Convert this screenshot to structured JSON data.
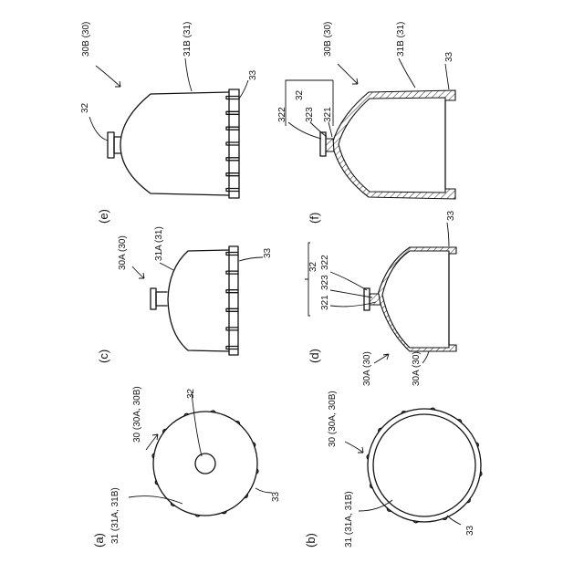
{
  "figure": {
    "captions": {
      "a": "(a)",
      "b": "(b)",
      "c": "(c)",
      "d": "(d)",
      "e": "(e)",
      "f": "(f)"
    },
    "labels": {
      "a_title": "30 (30A, 30B)",
      "a_32": "32",
      "a_31": "31 (31A, 31B)",
      "a_33": "33",
      "b_title": "30 (30A, 30B)",
      "b_31": "31 (31A, 31B)",
      "b_33": "33",
      "c_30": "30A (30)",
      "c_31": "31A (31)",
      "c_33": "33",
      "d_32": "32",
      "d_322": "322",
      "d_323": "323",
      "d_321": "321",
      "d_33": "33",
      "d_30a": "30A (30)",
      "d_30b": "30A (30)",
      "e_30": "30B (30)",
      "e_31": "31B (31)",
      "e_33": "33",
      "e_32": "32",
      "f_30": "30B (30)",
      "f_31": "31B (31)",
      "f_33": "33",
      "f_32": "32",
      "f_322": "322",
      "f_323": "323",
      "f_321": "321"
    }
  }
}
